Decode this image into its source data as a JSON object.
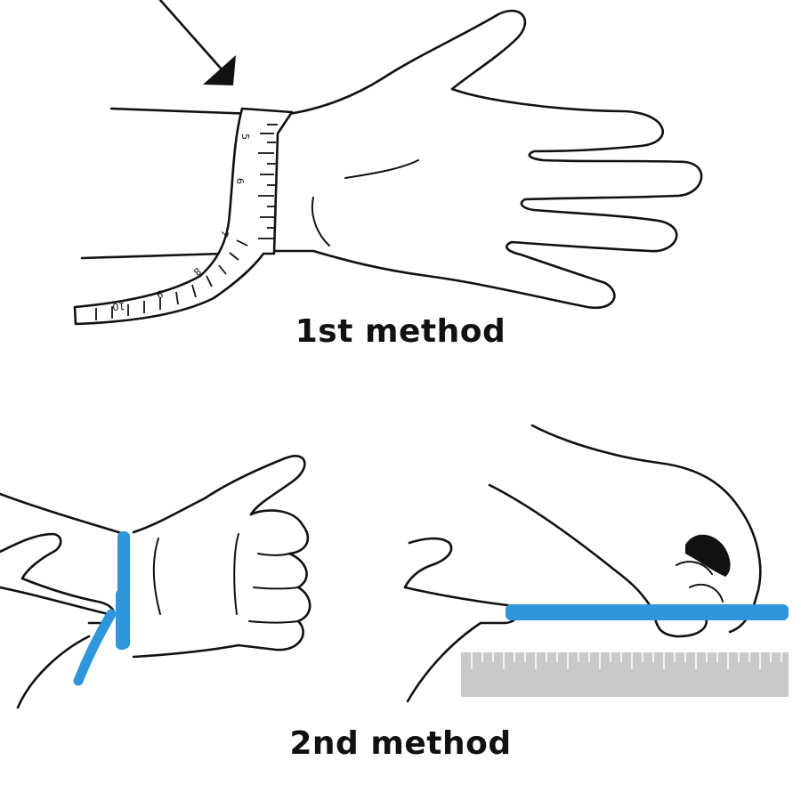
{
  "captions": {
    "first": "1st method",
    "second": "2nd method"
  },
  "tape_numbers": [
    "5",
    "6",
    "7",
    "8",
    "9",
    "10"
  ],
  "colors": {
    "string": "#2f96dc",
    "ruler": "#c9c9c9",
    "ink": "#111111"
  }
}
